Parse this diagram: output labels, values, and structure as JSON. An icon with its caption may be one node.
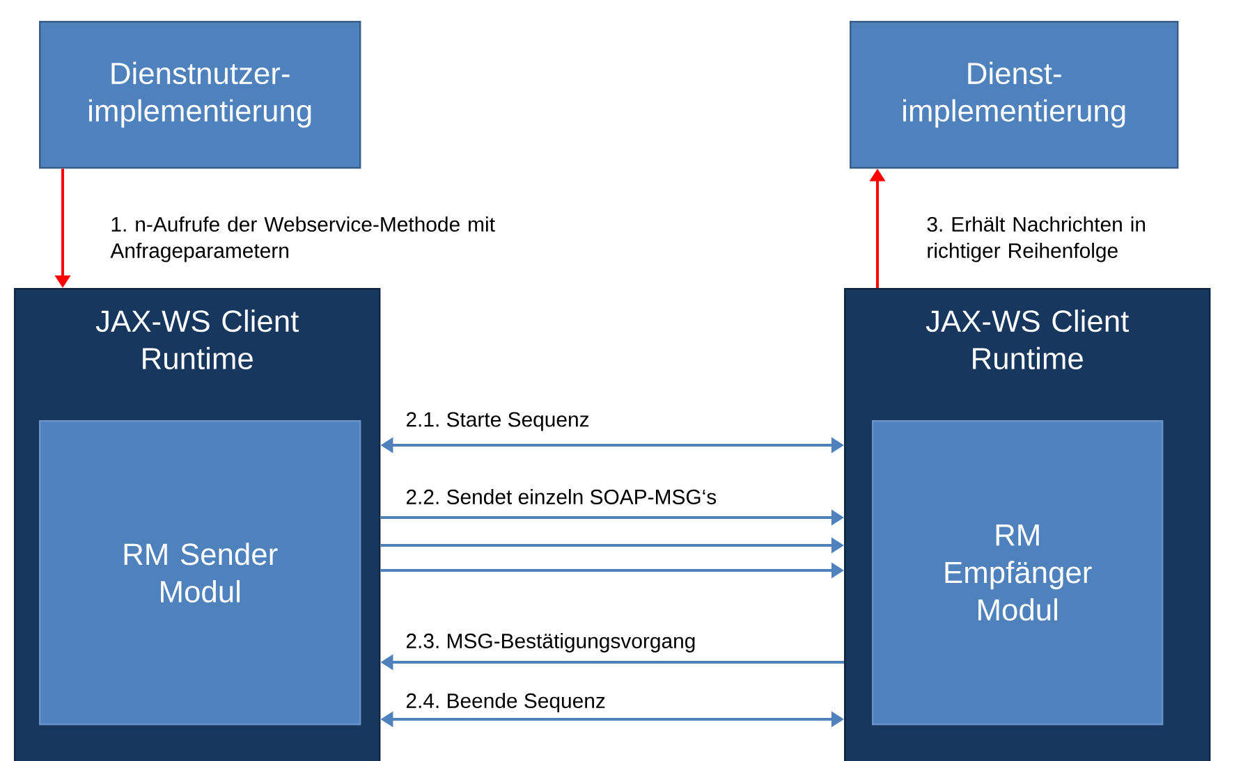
{
  "diagram": {
    "nodes": [
      {
        "text": [
          "Dienstnutzer-implementierung"
        ]
      },
      {
        "text": [
          "Dienst-implementierung"
        ]
      },
      {
        "text": [
          "JAX-WS Client Runtime"
        ]
      },
      {
        "text": [
          "RM Sender Modul"
        ],
        "in": 2
      },
      {
        "text": [
          "JAX-WS Client Runtime"
        ]
      },
      {
        "text": [
          "RM Empfänger Modul"
        ],
        "in": 4
      }
    ],
    "edges": [
      {
        "from": 0,
        "to": 2,
        "arrow": "to",
        "label": "1. n-Aufrufe der Webservice-Methode mit Anfrageparametern",
        "color": "#ff0000"
      },
      {
        "from": 4,
        "to": 1,
        "arrow": "to",
        "label": "3. Erhält  Nachrichten in richtiger Reihenfolge",
        "color": "#ff0000"
      },
      {
        "from": 2,
        "to": 4,
        "arrow": "both",
        "label": "2.1. Starte Sequenz"
      },
      {
        "from": 2,
        "to": 4,
        "arrow": "to",
        "label": "2.2. Sendet einzeln SOAP-MSG‘s"
      },
      {
        "from": 2,
        "to": 4,
        "arrow": "to"
      },
      {
        "from": 2,
        "to": 4,
        "arrow": "to"
      },
      {
        "from": 4,
        "to": 2,
        "arrow": "to",
        "label": "2.3. MSG-Bestätigungsvorgang"
      },
      {
        "from": 2,
        "to": 4,
        "arrow": "both",
        "label": "2.4. Beende Sequenz"
      }
    ]
  }
}
